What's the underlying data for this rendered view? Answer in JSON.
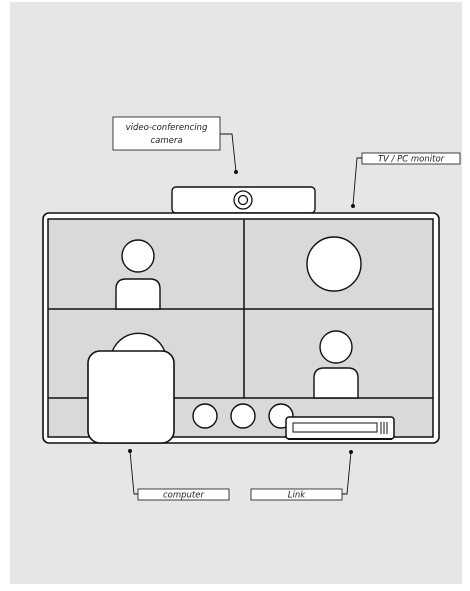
{
  "labels": {
    "camera_line1": "video-conferencing",
    "camera_line2": "camera",
    "monitor": "TV / PC monitor",
    "computer": "computer",
    "link": "Link"
  },
  "colors": {
    "panel": "#e6e6e6",
    "screen": "#d9d9d9",
    "stroke": "#111111",
    "white": "#ffffff"
  }
}
